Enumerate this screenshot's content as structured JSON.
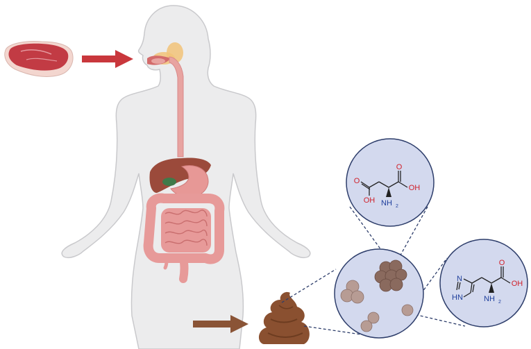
{
  "colors": {
    "background": "#ffffff",
    "body_fill": "#ececed",
    "body_stroke": "#c9c9cc",
    "arrow_meat": "#c9373c",
    "arrow_stool": "#8a5436",
    "meat": "#c23b44",
    "meat_fat": "#f3d6cf",
    "stool": "#8a5030",
    "circle_fill": "#d3d9ee",
    "circle_stroke": "#2e3e6b",
    "esophagus": "#e8a3a0",
    "liver": "#9b4a3b",
    "stomach": "#e79896",
    "intestine": "#e79a99",
    "oxygen": "#d0202a",
    "nitrogen": "#1f3f9c"
  },
  "icons": [
    "meat-steak-icon",
    "human-body-icon",
    "stool-icon",
    "bacteria-cluster-icon"
  ],
  "molecule_aspartate": {
    "labels": {
      "o_left": "O",
      "oh_left": "OH",
      "o_right": "O",
      "oh_right": "OH",
      "nh2_main": "NH",
      "nh2_sub": "2"
    }
  },
  "molecule_histidine": {
    "labels": {
      "n_ring": "N",
      "hn_ring": "HN",
      "o": "O",
      "oh": "OH",
      "nh2_main": "NH",
      "nh2_sub": "2"
    }
  }
}
